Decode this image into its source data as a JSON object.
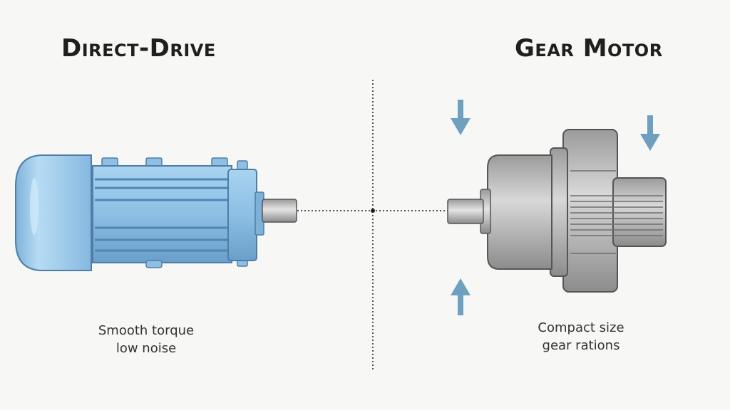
{
  "left_panel": {
    "title": "Direct-Drive",
    "caption_lines": [
      "Smooth torque",
      "low noise"
    ],
    "motor_color": "#8fbfe3"
  },
  "right_panel": {
    "title": "Gear Motor",
    "caption_lines": [
      "Compact size",
      "gear rations"
    ],
    "motor_color": "#b9b9b9",
    "arrow_color": "#6fa0bf"
  },
  "icons": [
    "direct-drive-motor-icon",
    "gear-motor-icon",
    "arrow-down-icon",
    "arrow-up-icon",
    "shaft-axis-line",
    "divider-line"
  ]
}
